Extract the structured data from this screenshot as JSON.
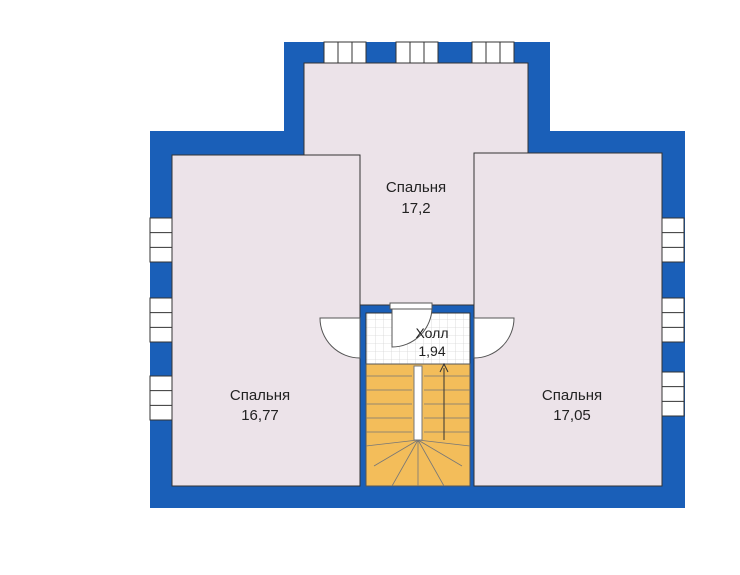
{
  "colors": {
    "wall": "#1a5fb8",
    "room_fill": "#ece3e9",
    "stair_fill": "#f3bd5a",
    "hall_floor": "#ffffff",
    "outline": "#333333"
  },
  "rooms": {
    "top_bedroom": {
      "name": "Спальня",
      "area": "17,2"
    },
    "left_bedroom": {
      "name": "Спальня",
      "area": "16,77"
    },
    "right_bedroom": {
      "name": "Спальня",
      "area": "17,05"
    },
    "hall": {
      "name": "Холл",
      "area": "1,94"
    }
  },
  "icons": {
    "window": "window-icon",
    "door": "door-swing-icon",
    "stair": "staircase-icon",
    "arrow": "arrow-up-icon"
  }
}
